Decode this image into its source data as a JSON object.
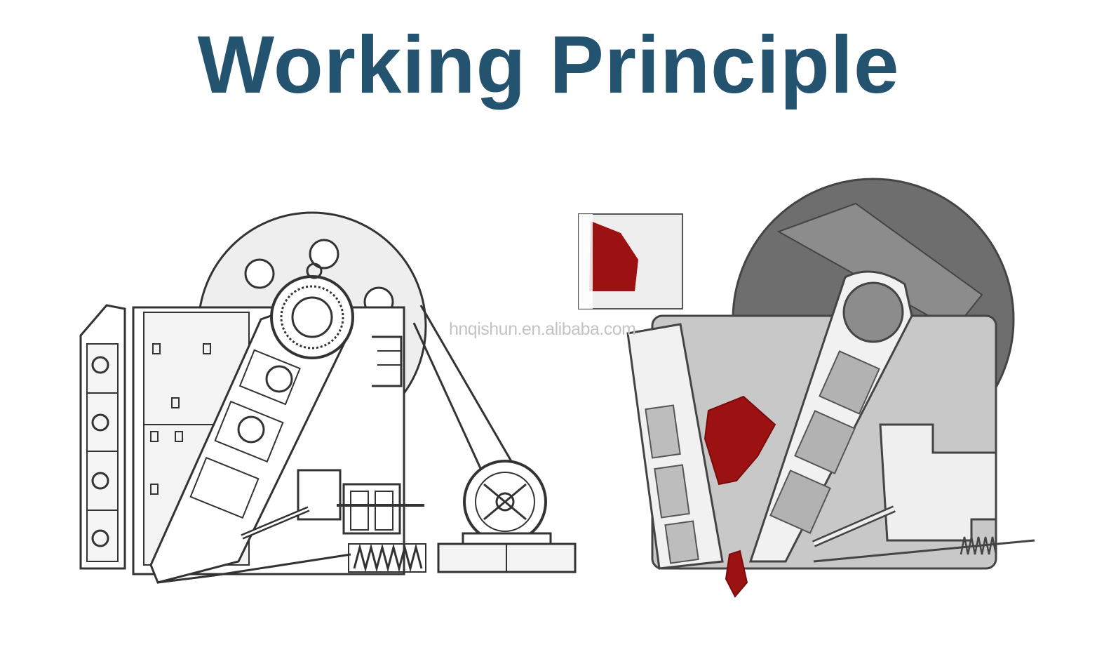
{
  "title": "Working Principle",
  "watermark": "hnqishun.en.alibaba.com",
  "colors": {
    "title": "#245370",
    "outline": "#333333",
    "light_fill": "#eeeeee",
    "mid_fill": "#c8c8c8",
    "dark_fill": "#8c8c8c",
    "flywheel_dark": "#6e6e6e",
    "rock": "#9c1212"
  },
  "diagrams": [
    {
      "name": "line-drawing",
      "style": "outline"
    },
    {
      "name": "animated-section",
      "style": "shaded"
    }
  ]
}
